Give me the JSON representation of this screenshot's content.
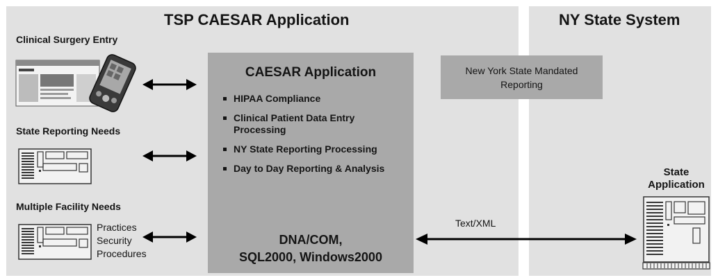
{
  "left_section": {
    "title": "TSP CAESAR Application"
  },
  "right_section": {
    "title": "NY State System"
  },
  "sources": [
    {
      "label": "Clinical Surgery Entry",
      "icon": "handheld-pda-with-web-page"
    },
    {
      "label": "State Reporting Needs",
      "icon": "server-rack"
    },
    {
      "label": "Multiple Facility Needs",
      "icon": "server-rack",
      "notes": [
        "Practices",
        "Security",
        "Procedures"
      ]
    }
  ],
  "center": {
    "title": "CAESAR Application",
    "bullets": [
      "HIPAA Compliance",
      "Clinical Patient Data Entry Processing",
      "NY State Reporting Processing",
      "Day to Day Reporting & Analysis"
    ],
    "tech_lines": [
      "DNA/COM,",
      "SQL2000, Windows2000"
    ]
  },
  "ny_box": {
    "text": "New York State Mandated Reporting"
  },
  "state_app": {
    "label_lines": [
      "State",
      "Application"
    ],
    "icon": "server-tower"
  },
  "link": {
    "label": "Text/XML"
  },
  "colors": {
    "panel": "#e1e1e1",
    "box": "#a9a9a9",
    "text": "#141414"
  }
}
